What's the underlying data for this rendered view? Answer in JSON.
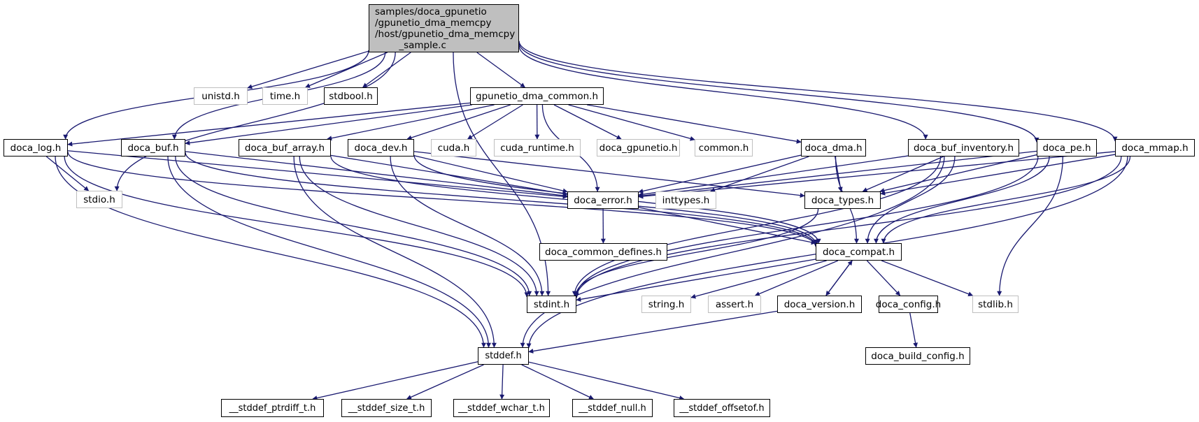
{
  "title": "samples/doca_gpunetio/gpunetio_dma_memcpy/host/gpunetio_dma_memcpy_sample.c include dependency graph",
  "colors": {
    "edge": "#191970",
    "root_fill": "#bfbfbf",
    "node_border": "#000000",
    "system_border": "#bfbfbf"
  },
  "nodes": [
    {
      "id": "root",
      "label": "samples/doca_gpunetio\n/gpunetio_dma_memcpy\n/host/gpunetio_dma_memcpy\n        _sample.c",
      "kind": "root"
    },
    {
      "id": "unistd",
      "label": "unistd.h",
      "kind": "system"
    },
    {
      "id": "time",
      "label": "time.h",
      "kind": "system"
    },
    {
      "id": "stdbool",
      "label": "stdbool.h",
      "kind": "local"
    },
    {
      "id": "common_h",
      "label": "gpunetio_dma_common.h",
      "kind": "local"
    },
    {
      "id": "doca_log",
      "label": "doca_log.h",
      "kind": "local"
    },
    {
      "id": "doca_buf",
      "label": "doca_buf.h",
      "kind": "local"
    },
    {
      "id": "doca_buf_array",
      "label": "doca_buf_array.h",
      "kind": "local"
    },
    {
      "id": "doca_dev",
      "label": "doca_dev.h",
      "kind": "local"
    },
    {
      "id": "cuda",
      "label": "cuda.h",
      "kind": "system"
    },
    {
      "id": "cuda_runtime",
      "label": "cuda_runtime.h",
      "kind": "system"
    },
    {
      "id": "doca_gpunetio",
      "label": "doca_gpunetio.h",
      "kind": "system"
    },
    {
      "id": "common",
      "label": "common.h",
      "kind": "system"
    },
    {
      "id": "doca_dma",
      "label": "doca_dma.h",
      "kind": "local"
    },
    {
      "id": "doca_buf_inventory",
      "label": "doca_buf_inventory.h",
      "kind": "local"
    },
    {
      "id": "doca_pe",
      "label": "doca_pe.h",
      "kind": "local"
    },
    {
      "id": "doca_mmap",
      "label": "doca_mmap.h",
      "kind": "local"
    },
    {
      "id": "stdio",
      "label": "stdio.h",
      "kind": "system"
    },
    {
      "id": "doca_error",
      "label": "doca_error.h",
      "kind": "local"
    },
    {
      "id": "inttypes",
      "label": "inttypes.h",
      "kind": "system"
    },
    {
      "id": "doca_types",
      "label": "doca_types.h",
      "kind": "local"
    },
    {
      "id": "doca_common_defines",
      "label": "doca_common_defines.h",
      "kind": "local"
    },
    {
      "id": "doca_compat",
      "label": "doca_compat.h",
      "kind": "local"
    },
    {
      "id": "stdint",
      "label": "stdint.h",
      "kind": "local"
    },
    {
      "id": "string",
      "label": "string.h",
      "kind": "system"
    },
    {
      "id": "assert",
      "label": "assert.h",
      "kind": "system"
    },
    {
      "id": "doca_version",
      "label": "doca_version.h",
      "kind": "local"
    },
    {
      "id": "doca_config",
      "label": "doca_config.h",
      "kind": "local"
    },
    {
      "id": "stdlib",
      "label": "stdlib.h",
      "kind": "system"
    },
    {
      "id": "doca_build_config",
      "label": "doca_build_config.h",
      "kind": "local"
    },
    {
      "id": "stddef",
      "label": "stddef.h",
      "kind": "local"
    },
    {
      "id": "sd_ptrdiff",
      "label": "__stddef_ptrdiff_t.h",
      "kind": "local"
    },
    {
      "id": "sd_size",
      "label": "__stddef_size_t.h",
      "kind": "local"
    },
    {
      "id": "sd_wchar",
      "label": "__stddef_wchar_t.h",
      "kind": "local"
    },
    {
      "id": "sd_null",
      "label": "__stddef_null.h",
      "kind": "local"
    },
    {
      "id": "sd_offsetof",
      "label": "__stddef_offsetof.h",
      "kind": "local"
    }
  ],
  "edges": [
    [
      "root",
      "unistd"
    ],
    [
      "root",
      "time"
    ],
    [
      "root",
      "stdbool"
    ],
    [
      "root",
      "common_h"
    ],
    [
      "root",
      "doca_log"
    ],
    [
      "root",
      "doca_buf"
    ],
    [
      "root",
      "stdio"
    ],
    [
      "root",
      "stdint"
    ],
    [
      "root",
      "doca_buf_inventory"
    ],
    [
      "root",
      "doca_pe"
    ],
    [
      "root",
      "doca_mmap"
    ],
    [
      "common_h",
      "doca_log"
    ],
    [
      "common_h",
      "doca_buf"
    ],
    [
      "common_h",
      "doca_buf_array"
    ],
    [
      "common_h",
      "doca_dev"
    ],
    [
      "common_h",
      "cuda"
    ],
    [
      "common_h",
      "cuda_runtime"
    ],
    [
      "common_h",
      "doca_gpunetio"
    ],
    [
      "common_h",
      "common"
    ],
    [
      "common_h",
      "doca_dma"
    ],
    [
      "common_h",
      "doca_error"
    ],
    [
      "doca_log",
      "stdio"
    ],
    [
      "doca_log",
      "stdint"
    ],
    [
      "doca_log",
      "stddef"
    ],
    [
      "doca_log",
      "doca_error"
    ],
    [
      "doca_log",
      "doca_compat"
    ],
    [
      "doca_buf",
      "stdint"
    ],
    [
      "doca_buf",
      "stddef"
    ],
    [
      "doca_buf",
      "doca_error"
    ],
    [
      "doca_buf",
      "doca_compat"
    ],
    [
      "doca_buf_array",
      "doca_error"
    ],
    [
      "doca_buf_array",
      "doca_compat"
    ],
    [
      "doca_buf_array",
      "stdint"
    ],
    [
      "doca_buf_array",
      "stddef"
    ],
    [
      "doca_dev",
      "doca_error"
    ],
    [
      "doca_dev",
      "doca_compat"
    ],
    [
      "doca_dev",
      "doca_types"
    ],
    [
      "doca_dev",
      "stdint"
    ],
    [
      "doca_dma",
      "doca_error"
    ],
    [
      "doca_dma",
      "inttypes"
    ],
    [
      "doca_dma",
      "doca_types"
    ],
    [
      "doca_dma",
      "doca_compat"
    ],
    [
      "doca_buf_inventory",
      "doca_error"
    ],
    [
      "doca_buf_inventory",
      "doca_types"
    ],
    [
      "doca_buf_inventory",
      "doca_compat"
    ],
    [
      "doca_buf_inventory",
      "stdint"
    ],
    [
      "doca_buf_inventory",
      "stddef"
    ],
    [
      "doca_pe",
      "doca_error"
    ],
    [
      "doca_pe",
      "doca_types"
    ],
    [
      "doca_pe",
      "doca_compat"
    ],
    [
      "doca_pe",
      "stdint"
    ],
    [
      "doca_pe",
      "stdlib"
    ],
    [
      "doca_mmap",
      "doca_error"
    ],
    [
      "doca_mmap",
      "doca_types"
    ],
    [
      "doca_mmap",
      "doca_compat"
    ],
    [
      "doca_mmap",
      "stdint"
    ],
    [
      "doca_mmap",
      "stddef"
    ],
    [
      "doca_error",
      "doca_common_defines"
    ],
    [
      "doca_error",
      "doca_compat"
    ],
    [
      "doca_types",
      "stdint"
    ],
    [
      "doca_compat",
      "stdint"
    ],
    [
      "doca_compat",
      "string"
    ],
    [
      "doca_compat",
      "assert"
    ],
    [
      "doca_compat",
      "doca_version"
    ],
    [
      "doca_compat",
      "doca_config"
    ],
    [
      "doca_compat",
      "stdlib"
    ],
    [
      "doca_version",
      "doca_compat"
    ],
    [
      "doca_version",
      "stddef"
    ],
    [
      "doca_config",
      "doca_build_config"
    ],
    [
      "stddef",
      "sd_ptrdiff"
    ],
    [
      "stddef",
      "sd_size"
    ],
    [
      "stddef",
      "sd_wchar"
    ],
    [
      "stddef",
      "sd_null"
    ],
    [
      "stddef",
      "sd_offsetof"
    ]
  ]
}
